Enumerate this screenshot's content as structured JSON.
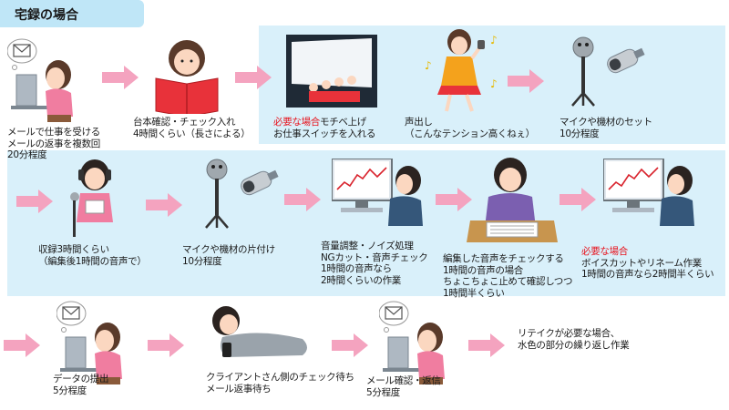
{
  "title": "宅録の場合",
  "colors": {
    "band": "#d9f0fa",
    "title_tab": "#bfe6f7",
    "arrow": "#f4a3bf",
    "accent_red": "#e8121c"
  },
  "steps": [
    {
      "text": "メールで仕事を受ける\nメールの返事を複数回\n20分程度",
      "icon": "email-laptop-woman"
    },
    {
      "text": "台本確認・チェック入れ\n4時間くらい（長さによる）",
      "icon": "reading-script-girl"
    },
    {
      "highlight": "必要な場合",
      "text": "モチベ上げ\nお仕事スイッチを入れる",
      "icon": "cinema-audience"
    },
    {
      "text": "声出し\n（こんなテンション高くねぇ）",
      "icon": "singing-idol"
    },
    {
      "text": "マイクや機材のセット\n10分程度",
      "icon": "microphone-stand"
    },
    {
      "text": "収録3時間くらい\n（編集後1時間の音声で）",
      "icon": "recording-woman-headphones"
    },
    {
      "text": "マイクや機材の片付け\n10分程度",
      "icon": "microphone-stand"
    },
    {
      "text": "音量調整・ノイズ処理\nNGカット・音声チェック\n1時間の音声なら\n2時間くらいの作業",
      "icon": "editing-monitor-woman"
    },
    {
      "text": "編集した音声をチェックする\n1時間の音声の場合\nちょこちょこ止めて確認しつつ\n1時間半くらい",
      "icon": "checking-document-woman"
    },
    {
      "highlight": "必要な場合",
      "text": "ボイスカットやリネーム作業\n1時間の音声なら2時間半くらい",
      "icon": "editing-monitor-woman"
    },
    {
      "text": "データの提出\n5分程度",
      "icon": "email-laptop-woman"
    },
    {
      "text": "クライアントさん側のチェック待ち\nメール返事待ち",
      "icon": "lying-waiting-woman"
    },
    {
      "text": "メール確認・返信\n5分程度",
      "icon": "email-laptop-woman"
    },
    {
      "text": "リテイクが必要な場合、\n水色の部分の繰り返し作業"
    }
  ]
}
